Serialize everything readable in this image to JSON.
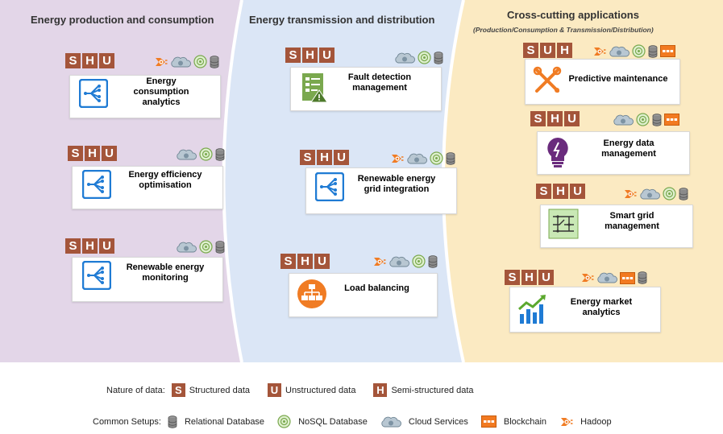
{
  "columns": [
    {
      "title": "Energy production and consumption",
      "subtitle": ""
    },
    {
      "title": "Energy transmission and distribution",
      "subtitle": ""
    },
    {
      "title": "Cross-cutting applications",
      "subtitle": "(Production/Consumption & Transmission/Distribution)"
    }
  ],
  "applications": [
    {
      "label": "Energy\nconsumption\nanalytics",
      "data_types": [
        "S",
        "H",
        "U"
      ],
      "setups": [
        "hadoop",
        "cloud",
        "nosql",
        "relational"
      ],
      "icon": "azure-flow-icon"
    },
    {
      "label": "Energy efficiency\noptimisation",
      "data_types": [
        "S",
        "H",
        "U"
      ],
      "setups": [
        "cloud",
        "nosql",
        "relational"
      ],
      "icon": "azure-flow-icon"
    },
    {
      "label": "Renewable energy\nmonitoring",
      "data_types": [
        "S",
        "H",
        "U"
      ],
      "setups": [
        "cloud",
        "nosql",
        "relational"
      ],
      "icon": "azure-flow-icon"
    },
    {
      "label": "Fault detection\nmanagement",
      "data_types": [
        "S",
        "H",
        "U"
      ],
      "setups": [
        "cloud",
        "nosql",
        "relational"
      ],
      "icon": "checklist-alert-icon"
    },
    {
      "label": "Renewable energy\ngrid integration",
      "data_types": [
        "S",
        "H",
        "U"
      ],
      "setups": [
        "hadoop",
        "cloud",
        "nosql",
        "relational"
      ],
      "icon": "azure-flow-icon"
    },
    {
      "label": "Load balancing",
      "data_types": [
        "S",
        "H",
        "U"
      ],
      "setups": [
        "hadoop",
        "cloud",
        "nosql",
        "relational"
      ],
      "icon": "hierarchy-icon"
    },
    {
      "label": "Predictive maintenance",
      "data_types": [
        "S",
        "U",
        "H"
      ],
      "setups": [
        "hadoop",
        "cloud",
        "nosql",
        "relational",
        "blockchain"
      ],
      "icon": "tools-icon"
    },
    {
      "label": "Energy data\nmanagement",
      "data_types": [
        "S",
        "H",
        "U"
      ],
      "setups": [
        "cloud",
        "nosql",
        "relational",
        "blockchain"
      ],
      "icon": "bulb-icon"
    },
    {
      "label": "Smart grid\nmanagement",
      "data_types": [
        "S",
        "H",
        "U"
      ],
      "setups": [
        "hadoop",
        "cloud",
        "nosql",
        "relational"
      ],
      "icon": "circuit-icon"
    },
    {
      "label": "Energy market\nanalytics",
      "data_types": [
        "S",
        "H",
        "U"
      ],
      "setups": [
        "hadoop",
        "cloud",
        "blockchain",
        "relational"
      ],
      "icon": "bar-trend-icon"
    }
  ],
  "legend": {
    "nature_label": "Nature of data:",
    "data_types": [
      {
        "letter": "S",
        "label": "Structured data"
      },
      {
        "letter": "U",
        "label": "Unstructured data"
      },
      {
        "letter": "H",
        "label": "Semi-structured data"
      }
    ],
    "setups_label": "Common Setups:",
    "setups": [
      {
        "key": "relational",
        "label": "Relational Database"
      },
      {
        "key": "nosql",
        "label": "NoSQL Database"
      },
      {
        "key": "cloud",
        "label": "Cloud Services"
      },
      {
        "key": "blockchain",
        "label": "Blockchain"
      },
      {
        "key": "hadoop",
        "label": "Hadoop"
      }
    ]
  },
  "colors": {
    "col1": "#e3d6e8",
    "col2": "#dbe6f6",
    "col3": "#fbeac2",
    "badge": "#a4553a",
    "azure": "#1f7bd4"
  }
}
